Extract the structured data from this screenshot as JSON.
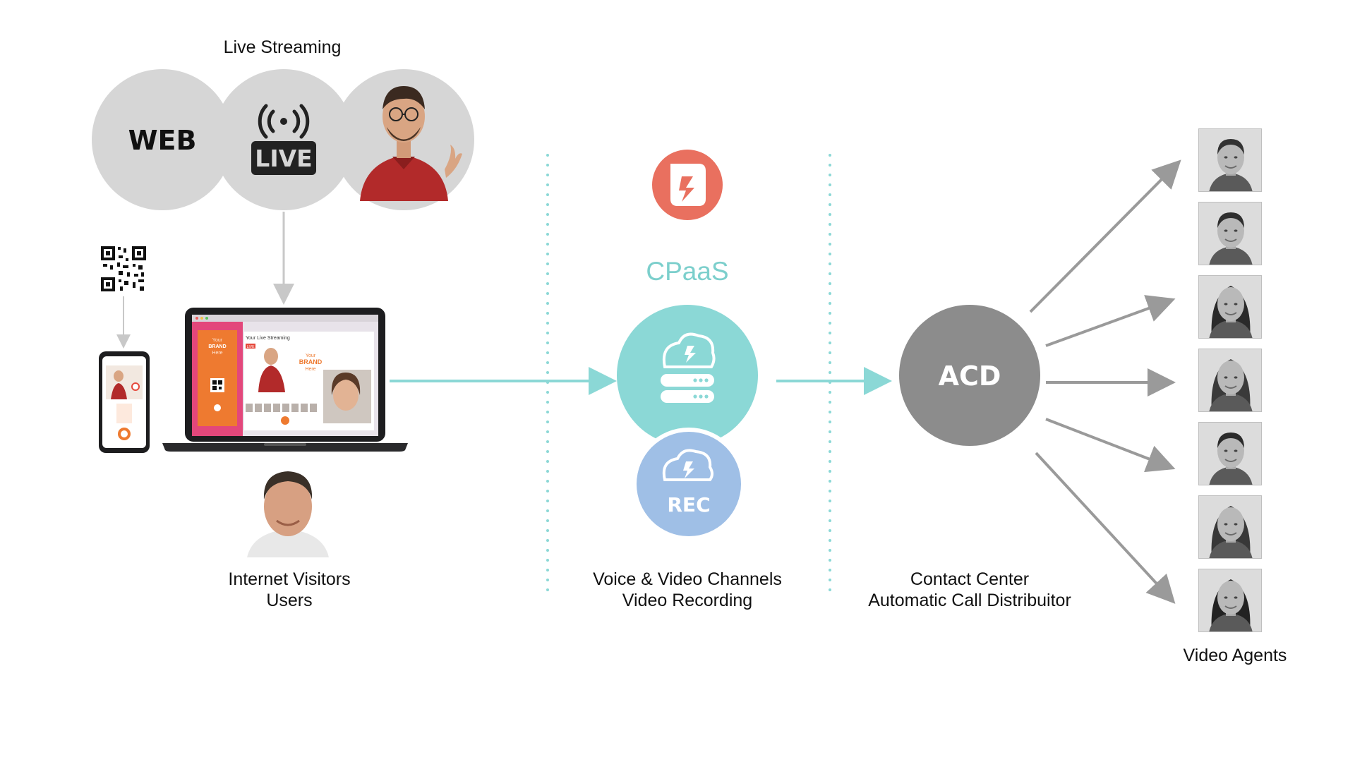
{
  "live_streaming": {
    "label": "Live Streaming",
    "web_text": "WEB",
    "live_text": "LIVE"
  },
  "visitors": {
    "line1": "Internet Visitors",
    "line2": "Users"
  },
  "laptop_screen": {
    "side_brand_l1": "Your",
    "side_brand_l2": "BRAND",
    "side_brand_l3": "Here",
    "main_title": "Your Live Streaming",
    "main_brand_l1": "Your",
    "main_brand_l2": "BRAND",
    "main_brand_l3": "Here",
    "live_badge": "LIVE"
  },
  "cpaas": {
    "label": "CPaaS",
    "rec_text": "REC",
    "caption_line1": "Voice & Video Channels",
    "caption_line2": "Video Recording"
  },
  "acd": {
    "text": "ACD",
    "caption_line1": "Contact Center",
    "caption_line2": "Automatic Call Distribuitor"
  },
  "agents": {
    "label": "Video Agents",
    "count": 7
  },
  "colors": {
    "teal": "#8bd8d6",
    "teal_text": "#7ccfcc",
    "orange_logo": "#e9705f",
    "rec_blue": "#9fbfe6",
    "acd_gray": "#8c8c8c",
    "circle_gray": "#d6d6d6",
    "arrow_gray": "#9a9a9a",
    "brand_orange": "#ee7a30"
  }
}
